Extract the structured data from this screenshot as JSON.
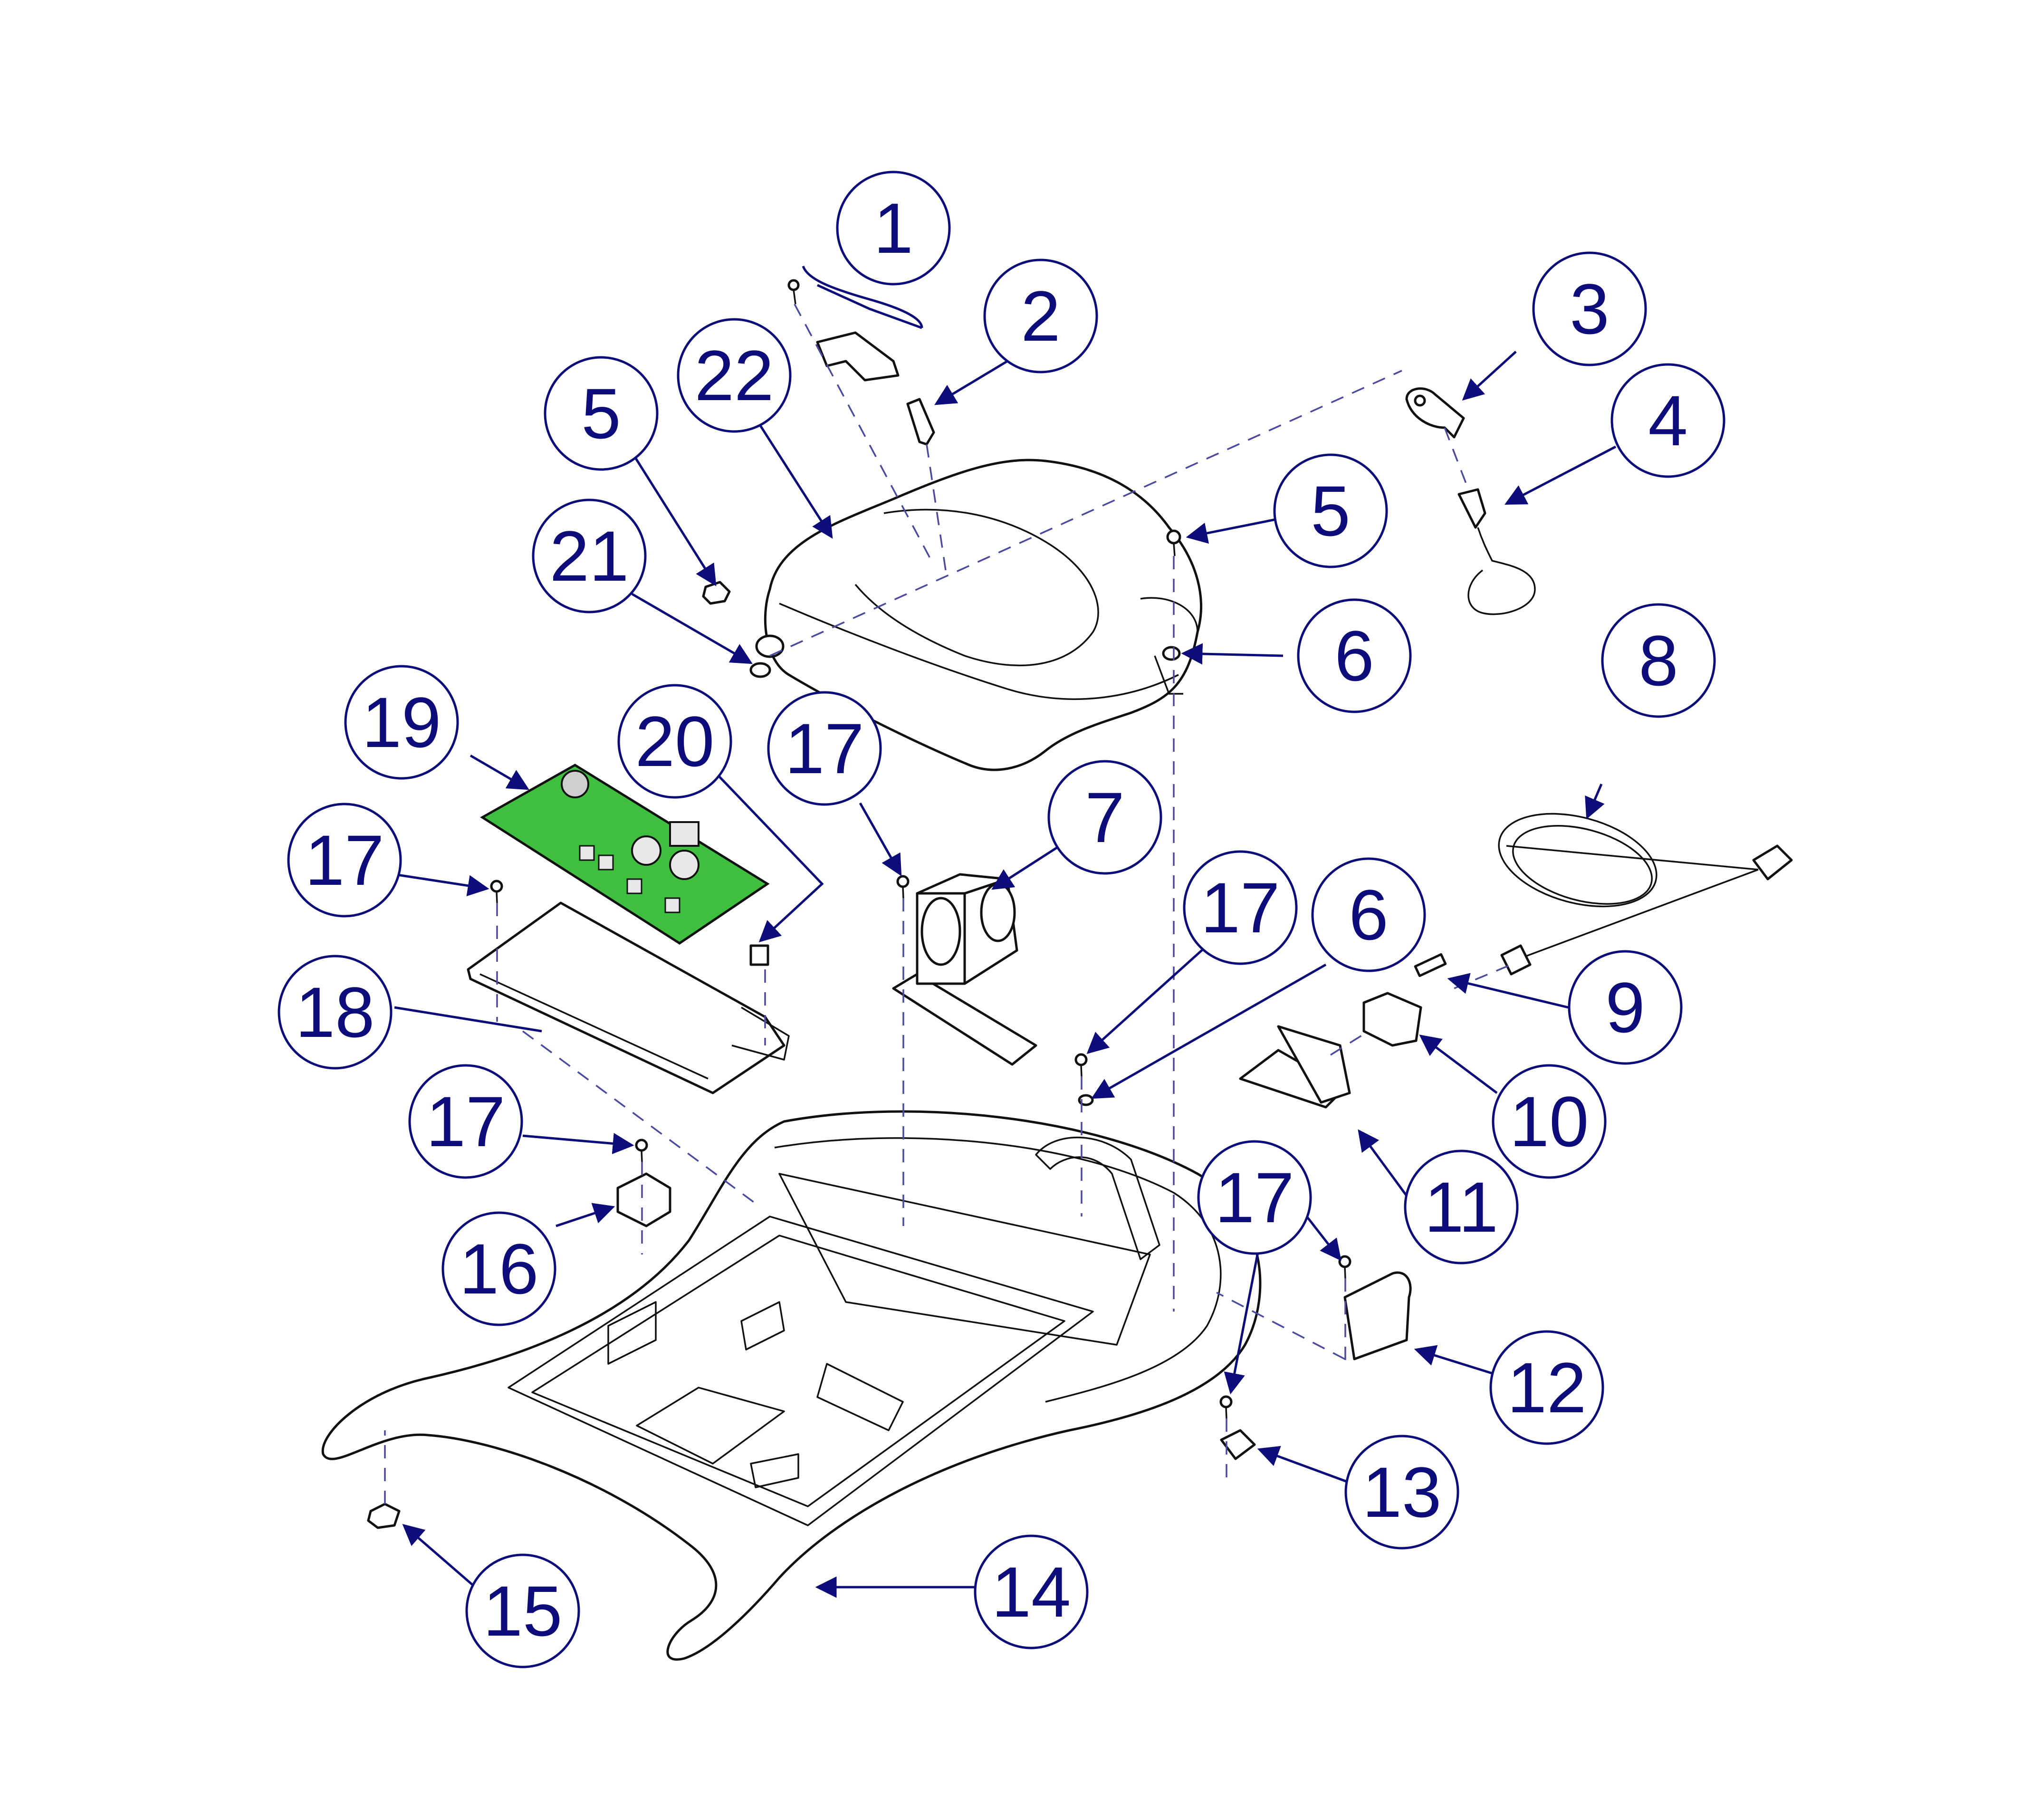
{
  "diagram": {
    "kind": "exploded-parts-assembly",
    "colors": {
      "callout": "#0c0c7a",
      "line_art": "#111111",
      "circuit_board": "#3fbf3f",
      "dashed_guides": "#4a4aa0"
    },
    "callouts": [
      {
        "id": "c1",
        "label": "1"
      },
      {
        "id": "c2",
        "label": "2"
      },
      {
        "id": "c3",
        "label": "3"
      },
      {
        "id": "c4",
        "label": "4"
      },
      {
        "id": "c5a",
        "label": "5"
      },
      {
        "id": "c5b",
        "label": "5"
      },
      {
        "id": "c6a",
        "label": "6"
      },
      {
        "id": "c6b",
        "label": "6"
      },
      {
        "id": "c7",
        "label": "7"
      },
      {
        "id": "c8",
        "label": "8"
      },
      {
        "id": "c9",
        "label": "9"
      },
      {
        "id": "c10",
        "label": "10"
      },
      {
        "id": "c11",
        "label": "11"
      },
      {
        "id": "c12",
        "label": "12"
      },
      {
        "id": "c13",
        "label": "13"
      },
      {
        "id": "c14",
        "label": "14"
      },
      {
        "id": "c15",
        "label": "15"
      },
      {
        "id": "c16",
        "label": "16"
      },
      {
        "id": "c17a",
        "label": "17"
      },
      {
        "id": "c17b",
        "label": "17"
      },
      {
        "id": "c17c",
        "label": "17"
      },
      {
        "id": "c17d",
        "label": "17"
      },
      {
        "id": "c17e",
        "label": "17"
      },
      {
        "id": "c18",
        "label": "18"
      },
      {
        "id": "c19",
        "label": "19"
      },
      {
        "id": "c20",
        "label": "20"
      },
      {
        "id": "c21",
        "label": "21"
      },
      {
        "id": "c22",
        "label": "22"
      }
    ]
  }
}
